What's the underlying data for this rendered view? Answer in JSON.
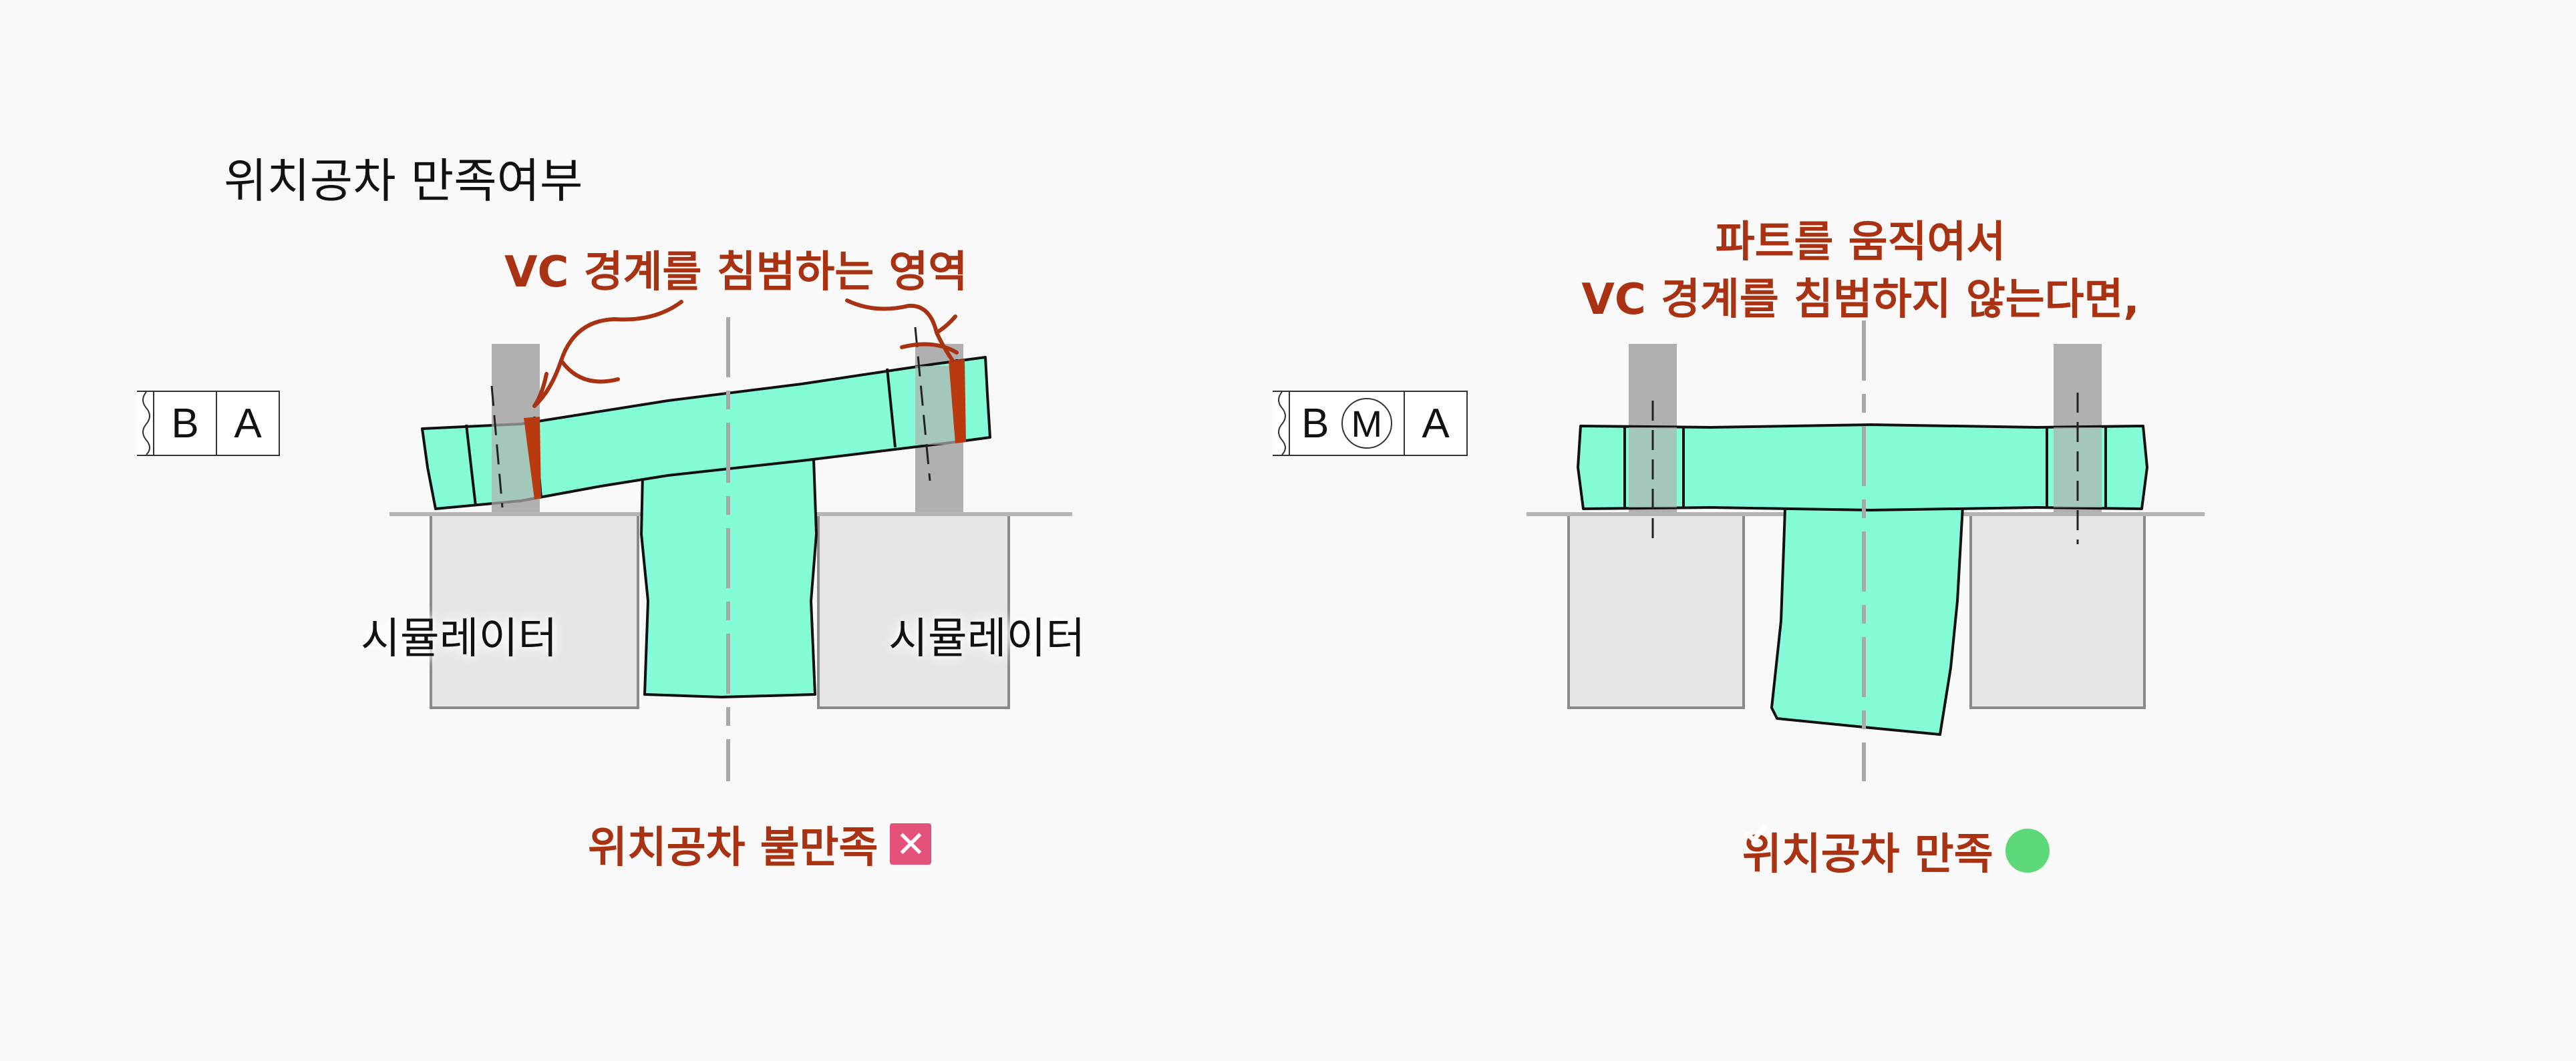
{
  "title": "위치공차 만족여부",
  "left": {
    "callout": "VC 경계를 침범하는 영역",
    "frame": {
      "datum_1": "B",
      "datum_2": "A"
    },
    "simulator_left": "시뮬레이터",
    "simulator_right": "시뮬레이터",
    "status": "위치공차 불만족",
    "status_icon": "x-icon"
  },
  "right": {
    "callout_line1": "파트를 움직여서",
    "callout_line2": "VC 경계를 침범하지 않는다면,",
    "frame": {
      "datum_1": "B",
      "modifier": "M",
      "datum_2": "A"
    },
    "status": "위치공차 만족",
    "status_icon": "check-circle-icon"
  },
  "colors": {
    "part": "#85fcd8",
    "simulator": "#e6e6e6",
    "vc_boundary": "#b0b0b0",
    "violation": "#b83a0e",
    "label_red": "#a83212",
    "fail_badge": "#e4517b",
    "pass_badge": "#5dd97a"
  }
}
